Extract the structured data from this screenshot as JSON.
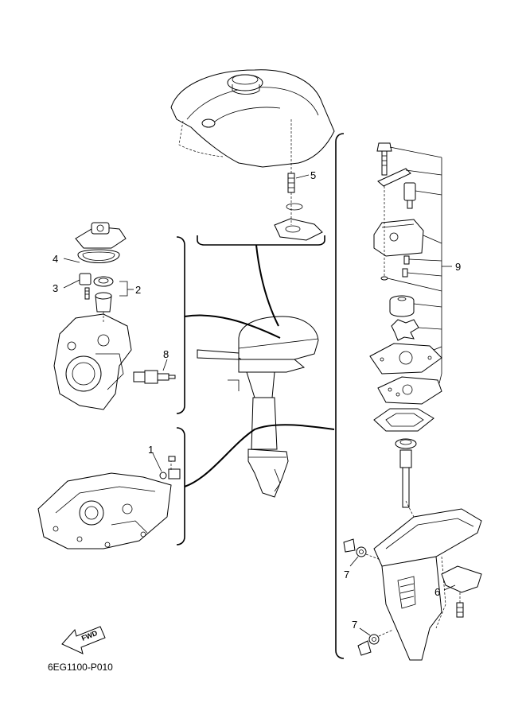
{
  "diagram": {
    "callouts": [
      "1",
      "2",
      "3",
      "4",
      "5",
      "6",
      "7",
      "7",
      "8",
      "9"
    ],
    "drawing_code": "6EG1100-P010",
    "fwd_label": "FWD"
  }
}
